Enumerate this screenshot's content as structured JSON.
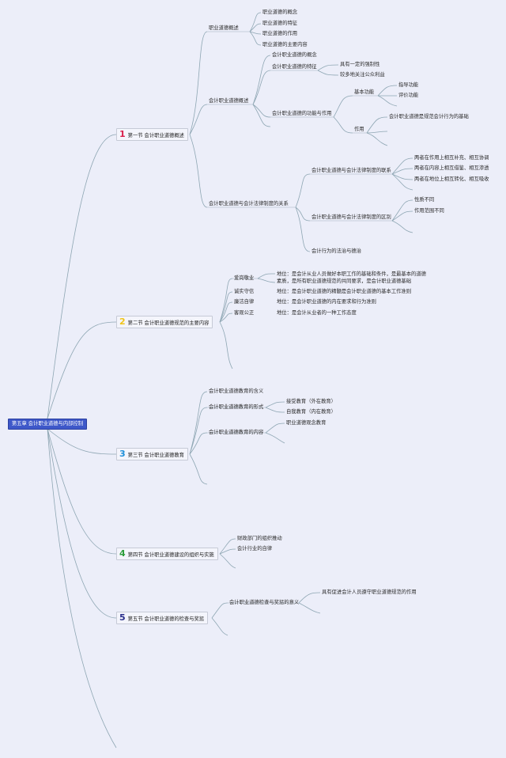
{
  "root": "第五章 会计职业道德与内部控制",
  "colors": {
    "sec1": "#d81e4a",
    "sec2": "#f0c419",
    "sec3": "#1f8fd8",
    "sec4": "#2e9e3c",
    "sec5": "#2a2f8c"
  },
  "sections": [
    {
      "num": "1",
      "label": "第一节 会计职业道德概述"
    },
    {
      "num": "2",
      "label": "第二节 会计职业道德规范的主要内容"
    },
    {
      "num": "3",
      "label": "第三节 会计职业道德教育"
    },
    {
      "num": "4",
      "label": "第四节 会计职业道德建设的组织与实施"
    },
    {
      "num": "5",
      "label": "第五节 会计职业道德的检查与奖惩"
    }
  ],
  "s1": {
    "a": "职业道德概述",
    "a_items": [
      "职业道德的概念",
      "职业道德的特征",
      "职业道德的作用",
      "职业道德的主要内容"
    ],
    "b": "会计职业道德概述",
    "b1": "会计职业道德的概念",
    "b2": "会计职业道德的特征",
    "b2_items": [
      "具有一定的强制性",
      "较多地关注公众利益"
    ],
    "b3": "会计职业道德的功能与作用",
    "b3a": "基本功能",
    "b3a_items": [
      "指导功能",
      "评价功能"
    ],
    "b3b": "作用",
    "b3b_items": [
      "会计职业道德是规范会计行为的基础"
    ],
    "c": "会计职业道德与会计法律制度的关系",
    "c1": "会计职业道德与会计法律制度的联系",
    "c1_items": [
      "两者在作用上相互补充、相互协调",
      "两者在内容上相互借鉴、相互渗透",
      "两者在地位上相互转化、相互吸收"
    ],
    "c2": "会计职业道德与会计法律制度的区别",
    "c2_items": [
      "性质不同",
      "作用范围不同"
    ],
    "c3": "会计行为的法治与德治"
  },
  "s2": {
    "items": [
      "爱岗敬业",
      "诚实守信",
      "廉洁自律",
      "客观公正"
    ],
    "notes": [
      "地位：是会计从业人员做好本职工作的基础和条件，是最基本的道德素质，是所有职业道德规范的共同要求，是会计职业道德基础",
      "地位：是会计职业道德的精髓是会计职业道德的基本工作准则",
      "地位：是会计职业道德的内在要求和行为准则",
      "地位：是会计从业者的一种工作态度"
    ]
  },
  "s3": {
    "a": "会计职业道德教育的含义",
    "b": "会计职业道德教育的形式",
    "b_items": [
      "接受教育（外在教育）",
      "自我教育（内在教育）"
    ],
    "c": "会计职业道德教育的内容",
    "c_items": [
      "职业道德观念教育"
    ]
  },
  "s4": {
    "items": [
      "财政部门的组织推动",
      "会计行业的自律"
    ]
  },
  "s5": {
    "a": "会计职业道德检查与奖惩的意义",
    "a_items": [
      "具有促进会计人员遵守职业道德规范的作用"
    ]
  }
}
